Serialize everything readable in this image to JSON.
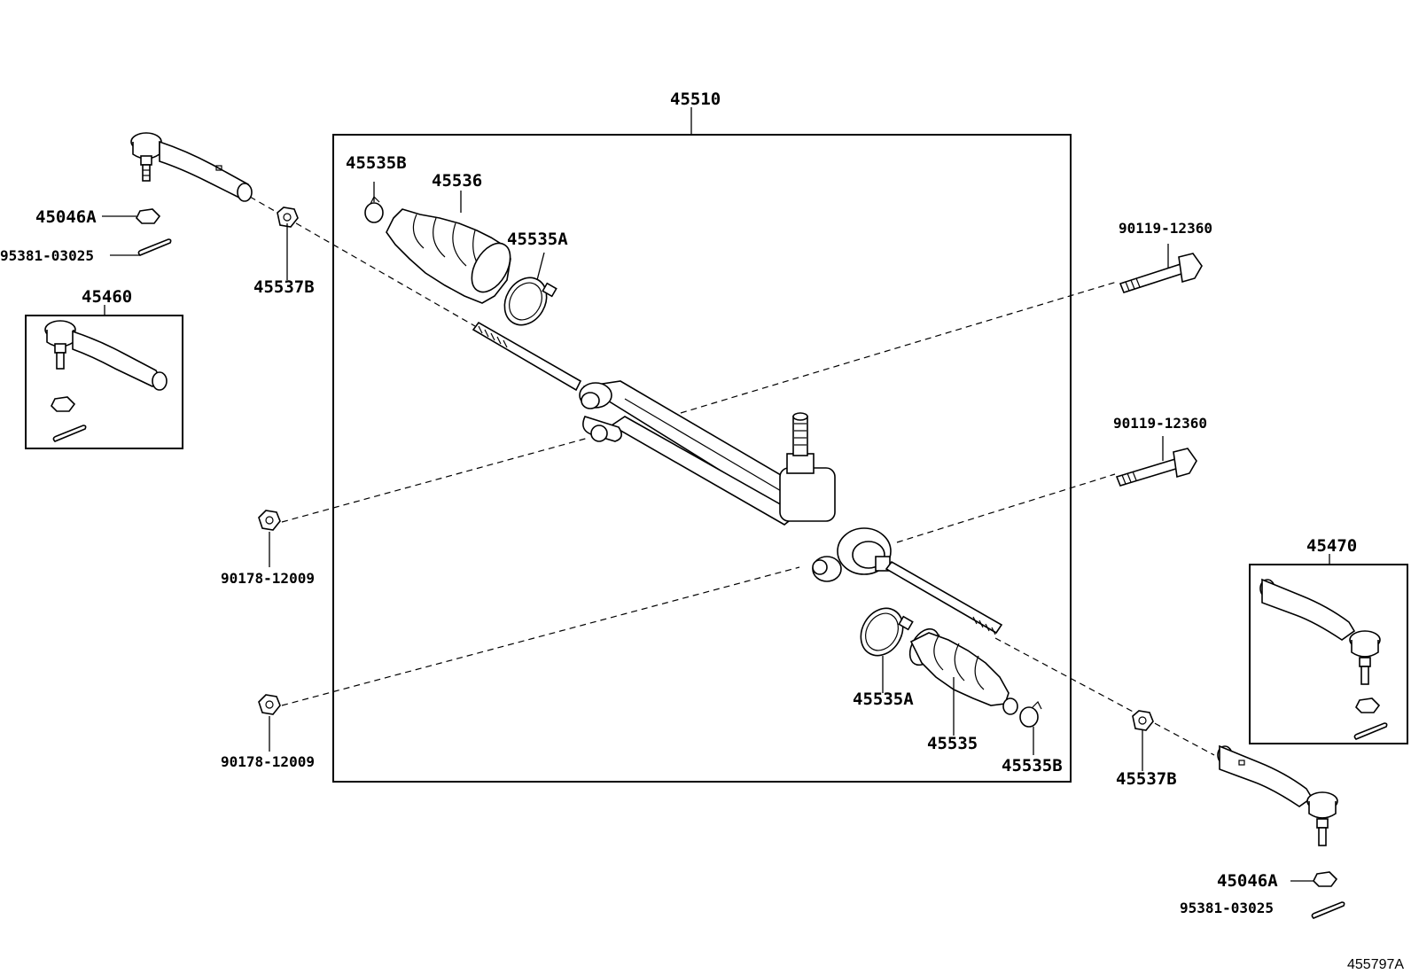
{
  "labels": {
    "assembly": "45510",
    "boot_clamp_small_left": "45535B",
    "boot_left": "45536",
    "boot_clamp_large_left": "45535A",
    "nut_left": "45046A",
    "cotter_pin_left": "95381-03025",
    "lock_nut_left": "45537B",
    "tie_rod_end_left_kit": "45460",
    "bolt_upper": "90119-12360",
    "bolt_lower": "90119-12360",
    "mount_nut_upper": "90178-12009",
    "mount_nut_lower": "90178-12009",
    "tie_rod_end_right_kit": "45470",
    "boot_clamp_large_right": "45535A",
    "boot_right": "45535",
    "boot_clamp_small_right": "45535B",
    "lock_nut_right": "45537B",
    "nut_right": "45046A",
    "cotter_pin_right": "95381-03025",
    "figure_ref": "455797A"
  }
}
